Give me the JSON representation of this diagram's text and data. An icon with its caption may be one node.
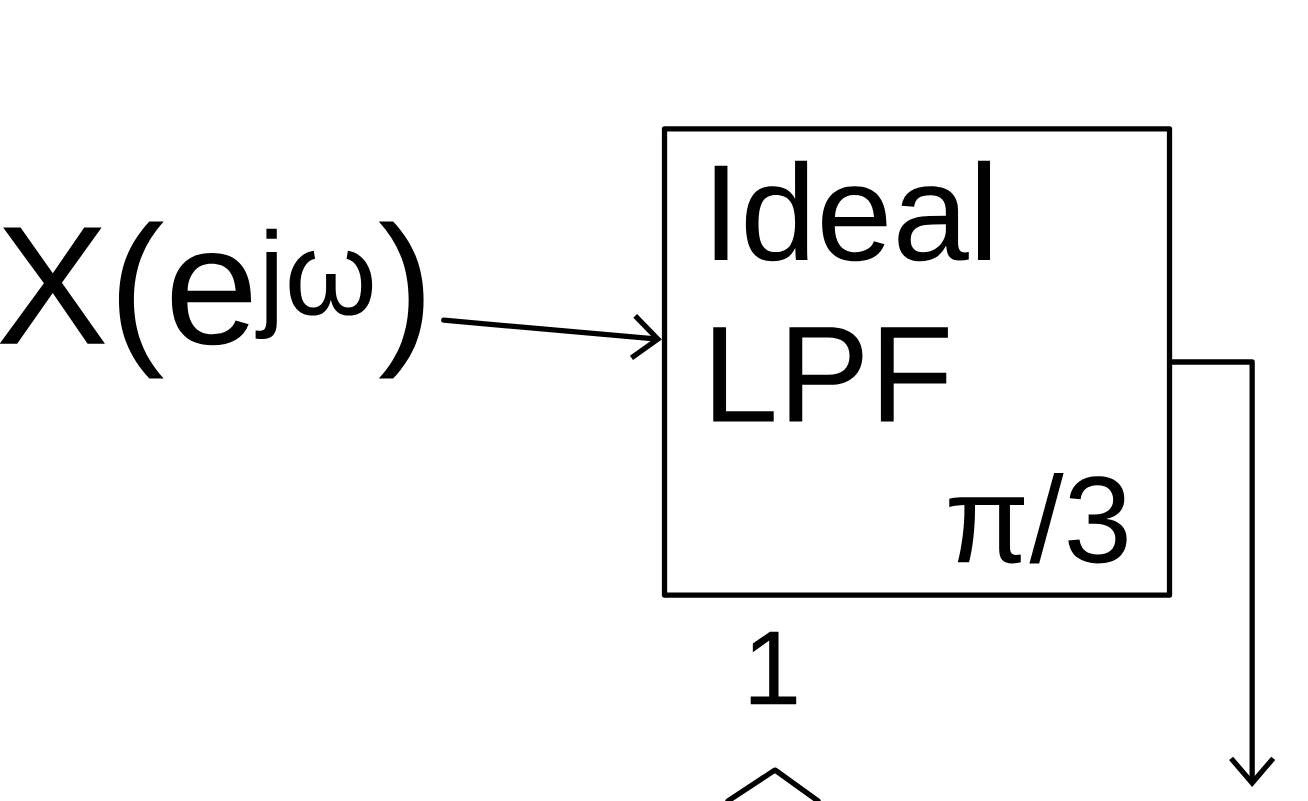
{
  "diagram": {
    "nodes": [
      {
        "text": [
          "X(e$^{jω}$)"
        ]
      },
      {
        "text": [
          "Ideal LPF",
          "π/3"
        ]
      }
    ],
    "edges": [
      {
        "from": 0,
        "to": 1,
        "arrow": "to"
      },
      {
        "from": 1,
        "to": null,
        "arrow": "to"
      }
    ],
    "labels": [
      "1"
    ]
  }
}
